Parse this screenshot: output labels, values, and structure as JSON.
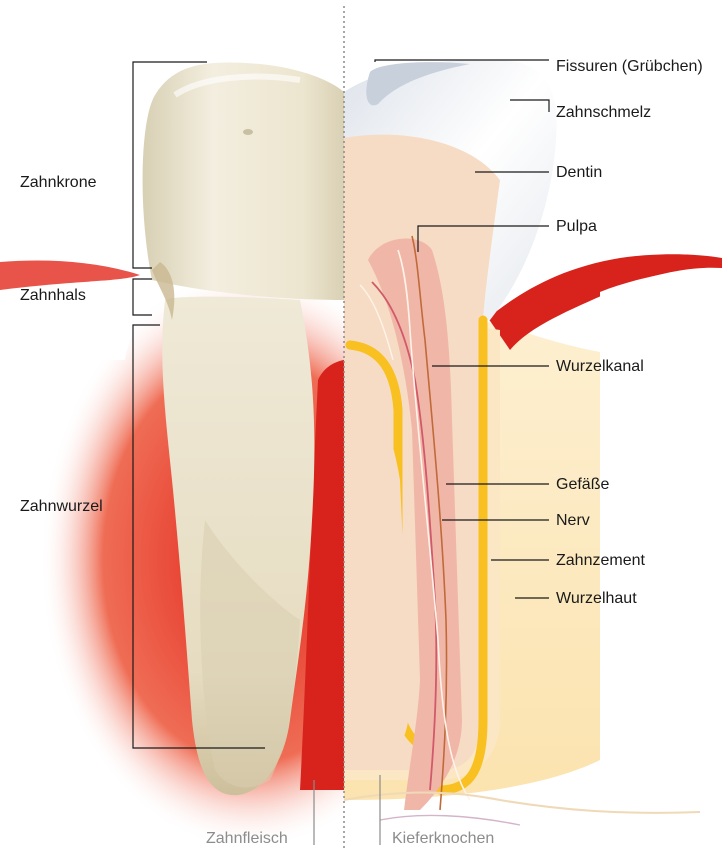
{
  "labels_left": {
    "crown": "Zahnkrone",
    "neck": "Zahnhals",
    "root": "Zahnwurzel"
  },
  "labels_right": {
    "fissures": "Fissuren (Grübchen)",
    "enamel": "Zahnschmelz",
    "dentin": "Dentin",
    "pulp": "Pulpa",
    "root_canal": "Wurzelkanal",
    "vessels": "Gefäße",
    "nerve": "Nerv",
    "cementum": "Zahnzement",
    "periodontium": "Wurzelhaut"
  },
  "labels_bottom": {
    "gum": "Zahnfleisch",
    "jawbone": "Kieferknochen"
  },
  "colors": {
    "gum_red": "#d8231c",
    "gum_glow": "#f5b8a8",
    "tooth_cream": "#efe9d6",
    "dentin_peach": "#f6dcc4",
    "pulp_pink": "#f0b7a8",
    "cementum_yellow": "#f8c020",
    "bone_yellow": "#fbe3a8",
    "enamel_white": "#ffffff",
    "label_text": "#1a1a1a",
    "bottom_label_text": "#8c8c8c"
  }
}
